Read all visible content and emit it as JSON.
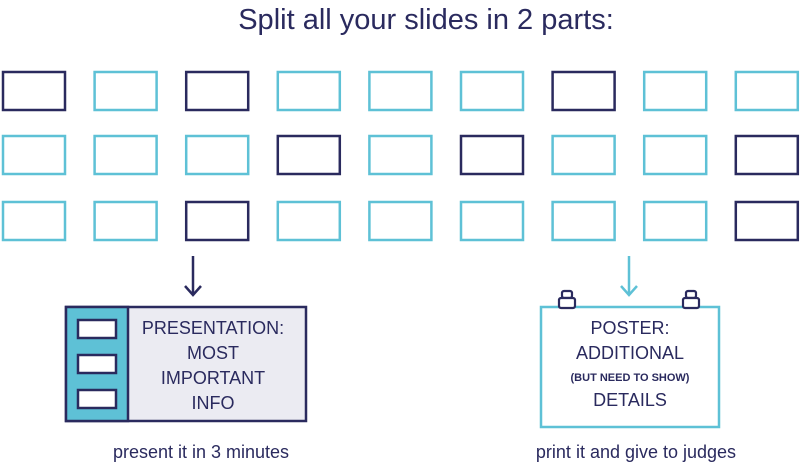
{
  "title": "Split all your slides in 2 parts:",
  "colors": {
    "dark": "#2a2a5e",
    "light": "#5ec1d6",
    "panel_bg": "#ebebf2",
    "sidebar": "#5ec1d6",
    "text": "#2a2a5e"
  },
  "slides": {
    "legend": {
      "dark": "presentation",
      "light": "poster"
    },
    "rows": [
      [
        "dark",
        "light",
        "dark",
        "light",
        "light",
        "light",
        "dark",
        "light",
        "light"
      ],
      [
        "light",
        "light",
        "light",
        "dark",
        "light",
        "dark",
        "light",
        "light",
        "dark"
      ],
      [
        "light",
        "light",
        "dark",
        "light",
        "light",
        "light",
        "light",
        "light",
        "dark"
      ]
    ]
  },
  "presentation": {
    "lines": [
      "PRESENTATION:",
      "MOST",
      "IMPORTANT",
      "INFO"
    ],
    "caption": "present it in 3 minutes",
    "icons": {
      "arrow": "arrow-down-icon",
      "slides": "slide-thumbnail-icon"
    }
  },
  "poster": {
    "lines": [
      "POSTER:",
      "ADDITIONAL",
      "(BUT NEED TO SHOW)",
      "DETAILS"
    ],
    "caption": "print it and give to judges",
    "icons": {
      "arrow": "arrow-down-icon",
      "pins": "pushpin-icon"
    }
  }
}
